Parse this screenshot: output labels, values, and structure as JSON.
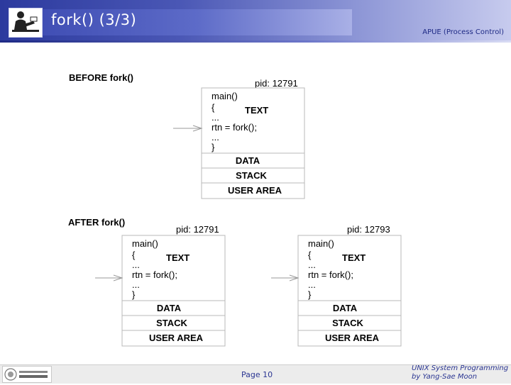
{
  "header": {
    "title": "fork() (3/3)",
    "course": "APUE (Process Control)"
  },
  "diagram": {
    "before": {
      "label": "BEFORE fork()",
      "pid": "pid: 12791",
      "code": [
        "main()",
        "{",
        "...",
        "rtn = fork();",
        "...",
        "}"
      ],
      "text_label": "TEXT",
      "segments": [
        "DATA",
        "STACK",
        "USER AREA"
      ]
    },
    "after": {
      "label": "AFTER fork()",
      "parent": {
        "pid": "pid: 12791",
        "code": [
          "main()",
          "{",
          "...",
          "rtn = fork();",
          "...",
          "}"
        ],
        "text_label": "TEXT",
        "segments": [
          "DATA",
          "STACK",
          "USER AREA"
        ]
      },
      "child": {
        "pid": "pid: 12793",
        "code": [
          "main()",
          "{",
          "...",
          "rtn = fork();",
          "...",
          "}"
        ],
        "text_label": "TEXT",
        "segments": [
          "DATA",
          "STACK",
          "USER AREA"
        ]
      }
    }
  },
  "footer": {
    "page": "Page 10",
    "credit_line1": "UNIX System Programming",
    "credit_line2": "by Yang-Sae Moon"
  }
}
